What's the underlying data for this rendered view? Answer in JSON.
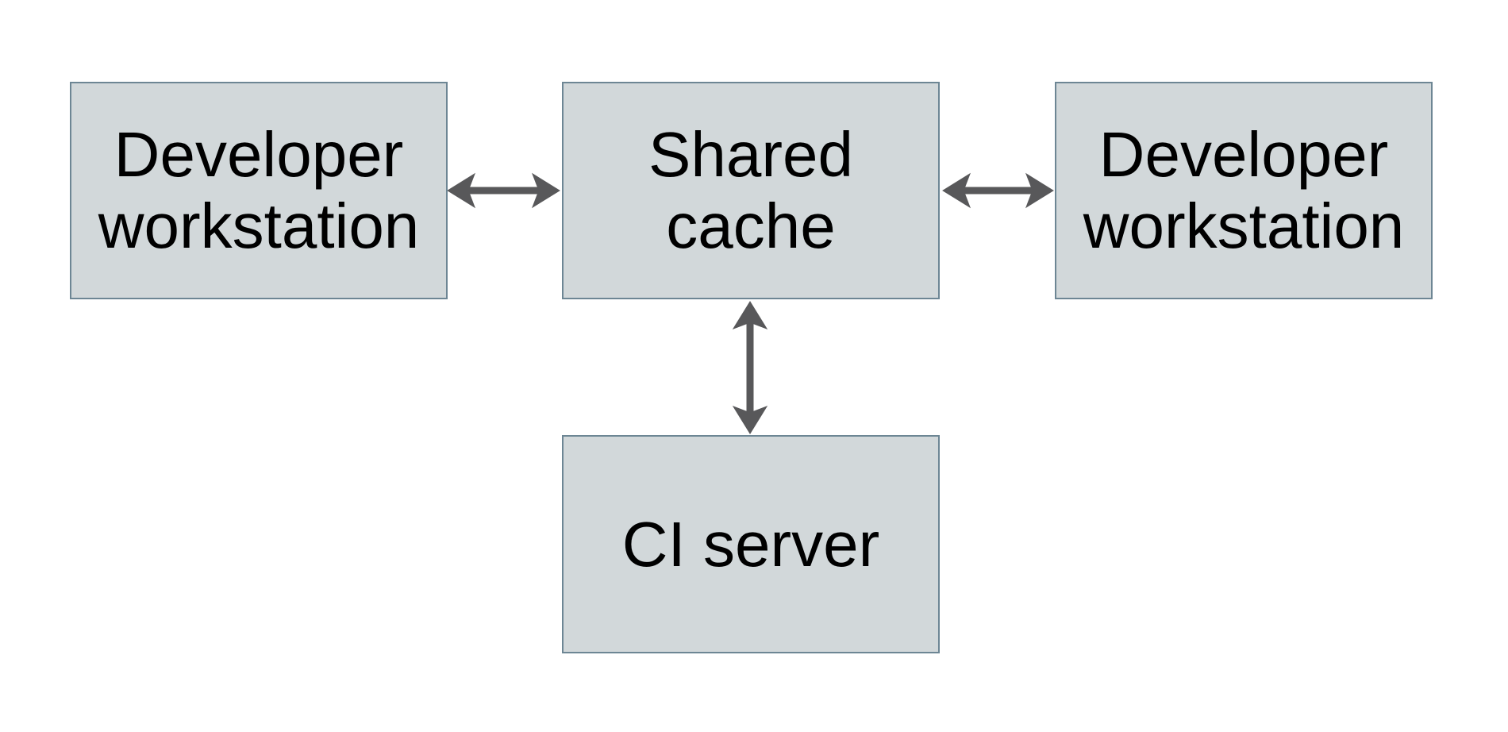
{
  "diagram": {
    "type": "architecture-diagram",
    "colors": {
      "background": "#ffffff",
      "node_fill": "#d2d8da",
      "node_border": "#6d8694",
      "arrow": "#58585a",
      "text": "#000000"
    },
    "nodes": {
      "developer_left": {
        "line1": "Developer",
        "line2": "workstation"
      },
      "shared_cache": {
        "line1": "Shared",
        "line2": "cache"
      },
      "developer_right": {
        "line1": "Developer",
        "line2": "workstation"
      },
      "ci_server": {
        "line1": "CI server"
      }
    },
    "edges": [
      {
        "from": "developer-workstation-left",
        "to": "shared-cache",
        "style": "double-headed-arrow"
      },
      {
        "from": "shared-cache",
        "to": "developer-workstation-right",
        "style": "double-headed-arrow"
      },
      {
        "from": "shared-cache",
        "to": "ci-server",
        "style": "double-headed-arrow"
      }
    ]
  }
}
